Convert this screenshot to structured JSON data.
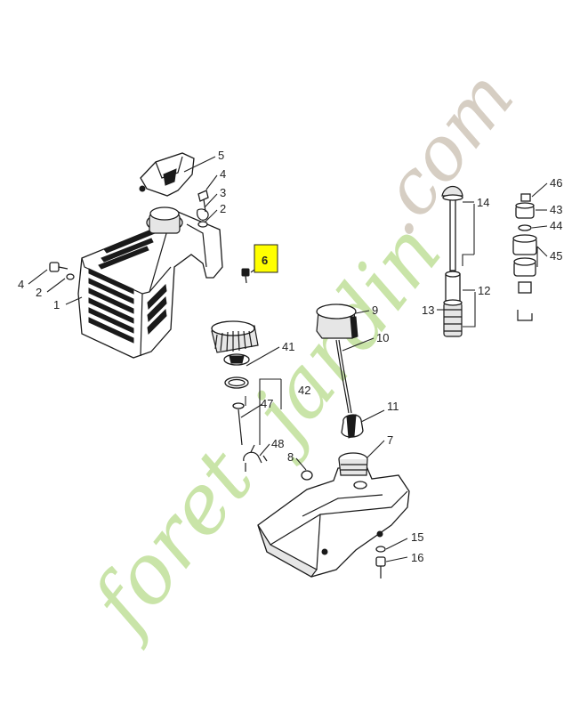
{
  "diagram": {
    "callouts": [
      {
        "id": "lbl-1",
        "text": "1"
      },
      {
        "id": "lbl-2a",
        "text": "2"
      },
      {
        "id": "lbl-4a",
        "text": "4"
      },
      {
        "id": "lbl-5",
        "text": "5"
      },
      {
        "id": "lbl-4b",
        "text": "4"
      },
      {
        "id": "lbl-3",
        "text": "3"
      },
      {
        "id": "lbl-2b",
        "text": "2"
      },
      {
        "id": "lbl-6",
        "text": "6"
      },
      {
        "id": "lbl-14",
        "text": "14"
      },
      {
        "id": "lbl-12",
        "text": "12"
      },
      {
        "id": "lbl-13",
        "text": "13"
      },
      {
        "id": "lbl-46",
        "text": "46"
      },
      {
        "id": "lbl-43",
        "text": "43"
      },
      {
        "id": "lbl-44",
        "text": "44"
      },
      {
        "id": "lbl-45",
        "text": "45"
      },
      {
        "id": "lbl-9",
        "text": "9"
      },
      {
        "id": "lbl-10",
        "text": "10"
      },
      {
        "id": "lbl-41",
        "text": "41"
      },
      {
        "id": "lbl-42",
        "text": "42"
      },
      {
        "id": "lbl-47",
        "text": "47"
      },
      {
        "id": "lbl-11",
        "text": "11"
      },
      {
        "id": "lbl-48",
        "text": "48"
      },
      {
        "id": "lbl-8",
        "text": "8"
      },
      {
        "id": "lbl-7",
        "text": "7"
      },
      {
        "id": "lbl-15",
        "text": "15"
      },
      {
        "id": "lbl-16",
        "text": "16"
      }
    ],
    "highlight_color": "#ffff00"
  },
  "watermark": {
    "part1": "foret",
    "part2": "jardin",
    "part3": ".com",
    "color_green": "#b8dc8c",
    "color_grey": "#c9beb0"
  }
}
